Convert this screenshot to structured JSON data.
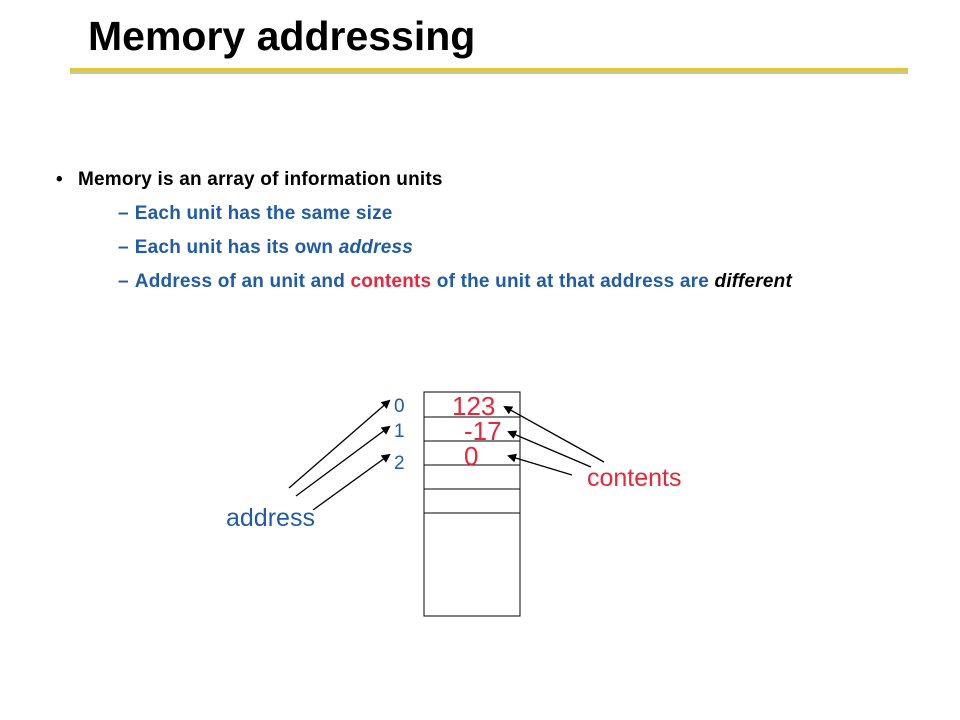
{
  "slide": {
    "title": "Memory addressing",
    "bullet": "Memory is an array of information units",
    "subs": {
      "s1": "Each unit has the same size",
      "s2_pre": "Each unit has its own ",
      "s2_em": "address",
      "s3_a": "Address",
      "s3_b": " of an unit and ",
      "s3_c": "contents",
      "s3_d": " of the unit at that address are ",
      "s3_e": "different"
    },
    "dash": "–",
    "dot": "•"
  },
  "diagram": {
    "addresses": [
      "0",
      "1",
      "2"
    ],
    "values": [
      "123",
      "-17",
      "0"
    ],
    "address_label": "address",
    "contents_label": "contents"
  },
  "colors": {
    "title_rule": "#e0c63a",
    "blue": "#1f5ba8",
    "red": "#e8263a"
  }
}
